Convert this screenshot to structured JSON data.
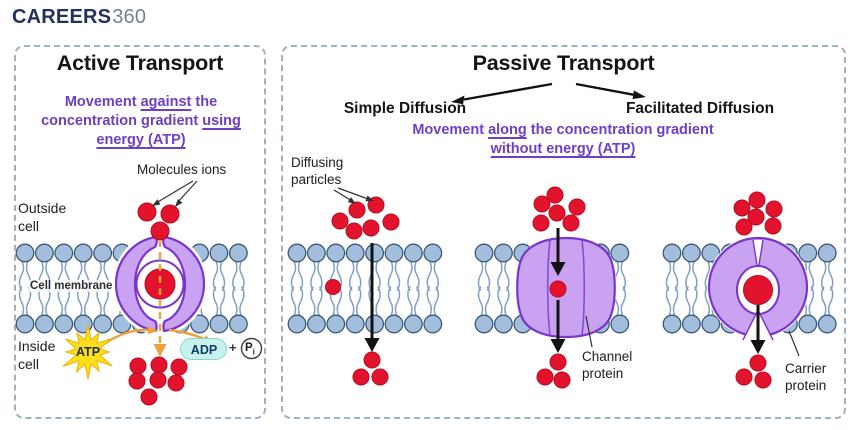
{
  "brand": {
    "name": "CAREERS",
    "suffix": "360"
  },
  "colors": {
    "accent_purple": "#6d3fc6",
    "protein_purple": "#c9a3f1",
    "protein_stroke": "#7a35cc",
    "molecule_red": "#e4132d",
    "arrow_orange": "#f0a23a",
    "atp_yellow": "#ffdf1c",
    "adp_cyan": "#c7f2ee",
    "lipid_head_blue": "#a3bedd",
    "panel_border_gray": "#9fb0bf"
  },
  "active_panel": {
    "title": "Active Transport",
    "subtitle_lines": [
      [
        {
          "t": "Movement "
        },
        {
          "t": "against",
          "u": 1
        },
        {
          "t": " the"
        }
      ],
      [
        {
          "t": "concentration gradient "
        },
        {
          "t": "using",
          "u": 1
        }
      ],
      [
        {
          "t": "energy (ATP)",
          "u": 1
        }
      ]
    ],
    "labels": {
      "molecules": "Molecules ions",
      "outside": "Outside cell",
      "membrane": "Cell membrane",
      "inside": "Inside cell",
      "atp": "ATP",
      "adp": "ADP",
      "plus": "+",
      "p_main": "P",
      "p_sub": "i"
    }
  },
  "passive_panel": {
    "title": "Passive Transport",
    "left_branch": "Simple Diffusion",
    "right_branch": "Facilitated Diffusion",
    "subtitle_lines": [
      [
        {
          "t": "Movement "
        },
        {
          "t": "along",
          "u": 1
        },
        {
          "t": " the concentration gradient"
        }
      ],
      [
        {
          "t": "without energy (ATP)",
          "u": 1
        }
      ]
    ],
    "labels": {
      "diffusing": "Diffusing particles",
      "channel": "Channel protein",
      "carrier": "Carrier protein"
    }
  }
}
